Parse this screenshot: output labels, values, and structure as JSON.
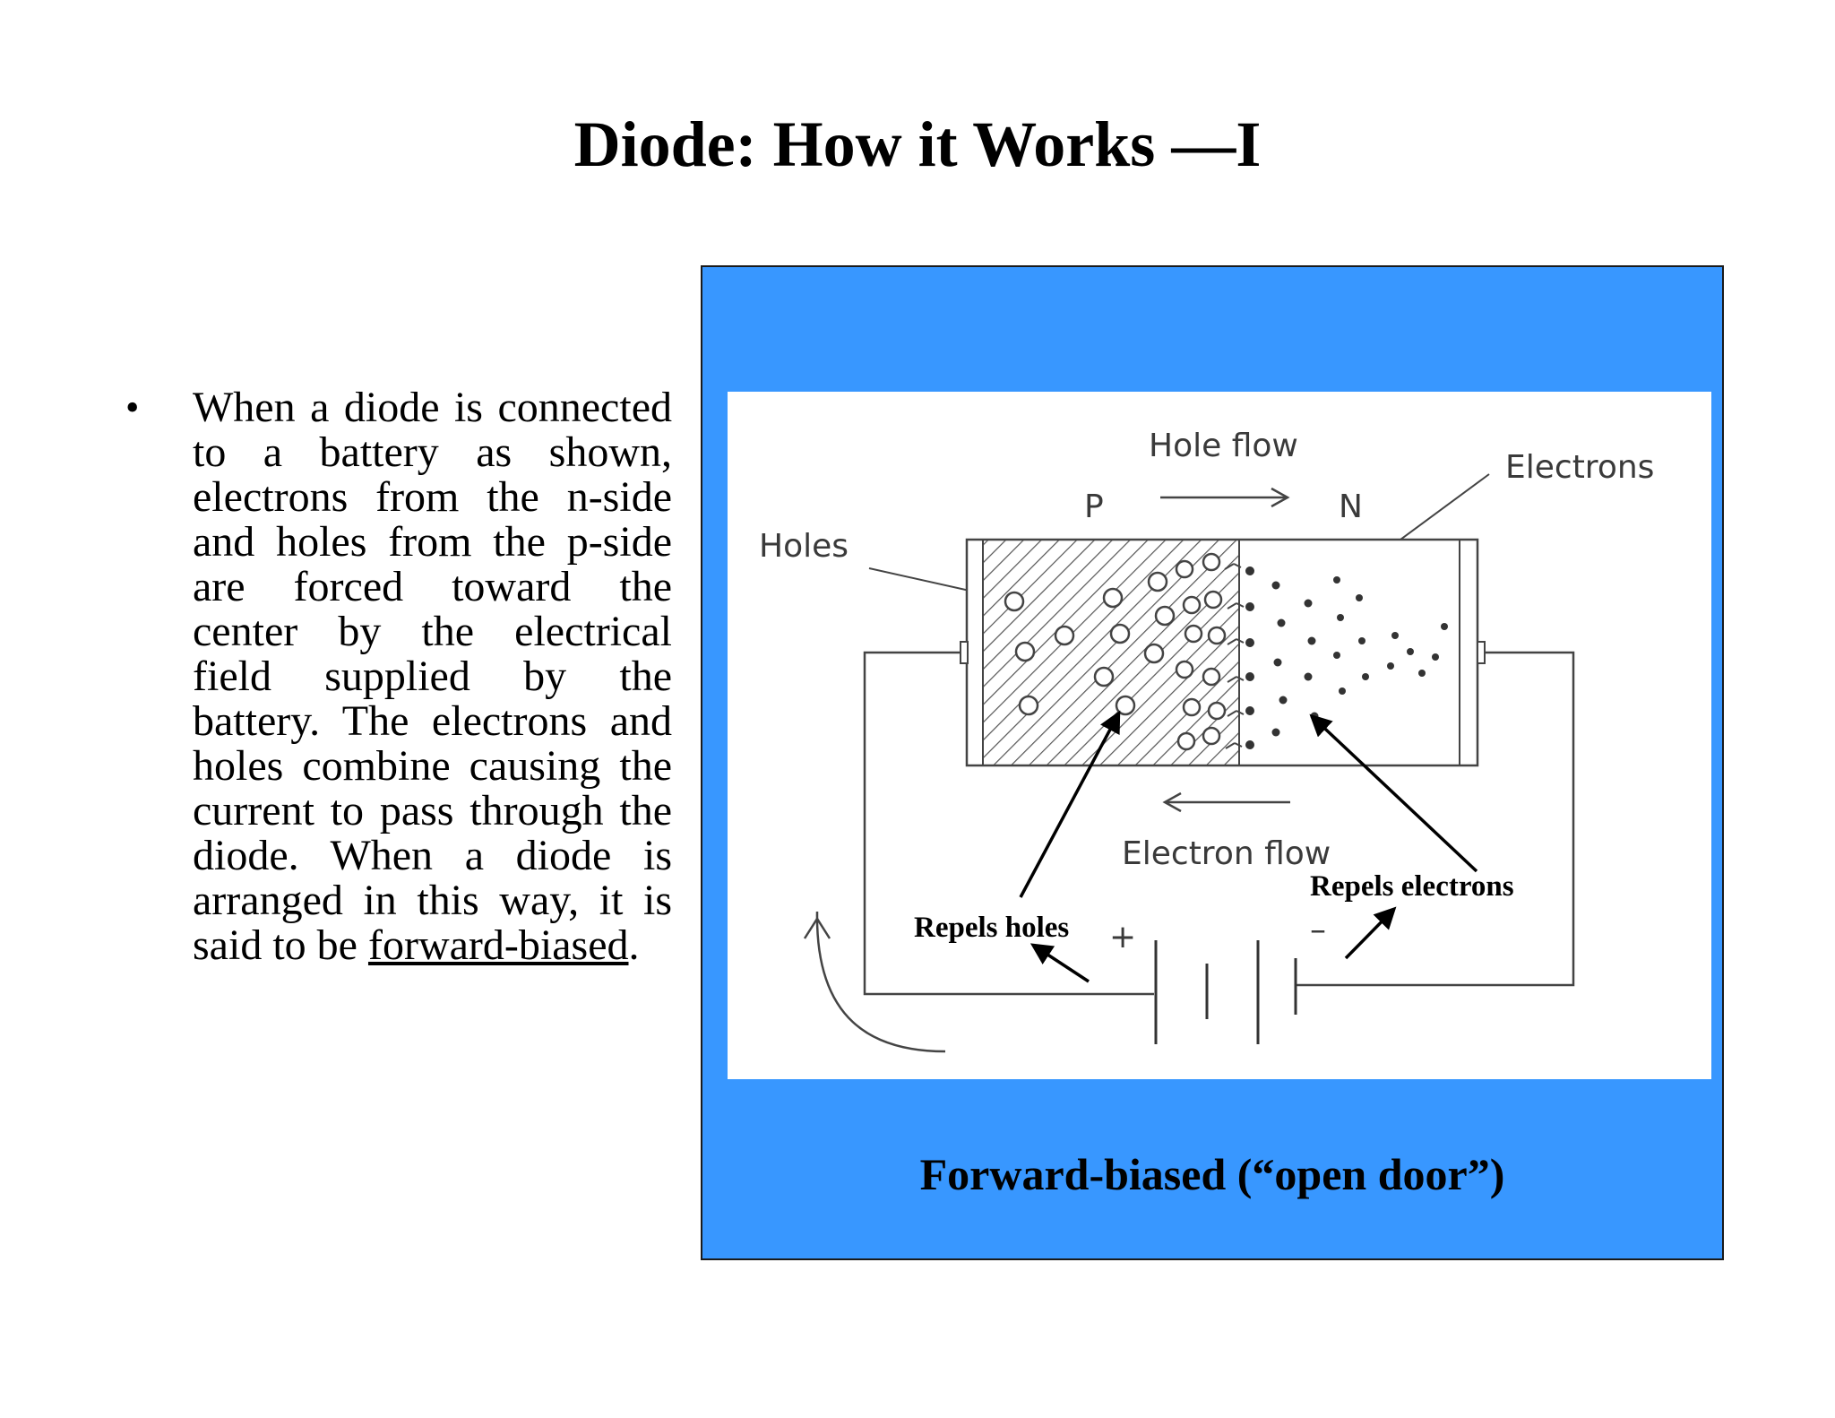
{
  "slide": {
    "title": "Diode: How it Works —I",
    "bullet": {
      "marker": "•",
      "text_before": "When a diode is connected to a battery as shown, electrons from the n-side and holes from the p-side are forced toward the center by the electrical field supplied by the battery. The electrons and holes combine causing the current to pass through the diode. When a diode is arranged in this way, it is said to be ",
      "underlined_term": "forward-biased",
      "text_after": "."
    }
  },
  "diagram": {
    "labels": {
      "hole_flow": "Hole flow",
      "p_side": "P",
      "n_side": "N",
      "electrons": "Electrons",
      "holes": "Holes",
      "electron_flow": "Electron flow",
      "plus": "+",
      "minus": "–",
      "repels_holes": "Repels holes",
      "repels_electrons": "Repels electrons"
    },
    "colors": {
      "panel_blue": "#3897ff",
      "sketch_gray": "#444444"
    },
    "caption": "Forward-biased (“open door”)"
  }
}
